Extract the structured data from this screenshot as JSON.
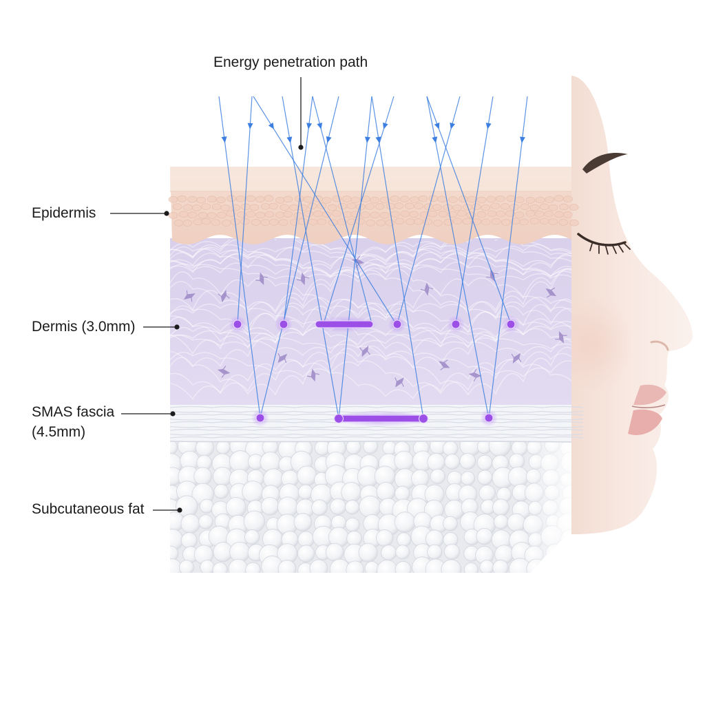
{
  "labels": {
    "energy_path": "Energy penetration path",
    "epidermis": "Epidermis",
    "dermis": "Dermis (3.0mm)",
    "smas_line1": "SMAS fascia",
    "smas_line2": "(4.5mm)",
    "subcutaneous_fat": "Subcutaneous fat"
  },
  "colors": {
    "epidermis": "#f3d8cc",
    "dermis": "#ddd4ee",
    "smas": "#f2f3f7",
    "fat": "#eceef2",
    "beam": "#3d7fe0",
    "focal_point": "#9b4fe6",
    "skin": "#f7e7df",
    "lips": "#e9b7b4"
  },
  "icons": {
    "beam_arrow": "arrow-down-icon",
    "focal_point": "glowing-dot-icon"
  }
}
